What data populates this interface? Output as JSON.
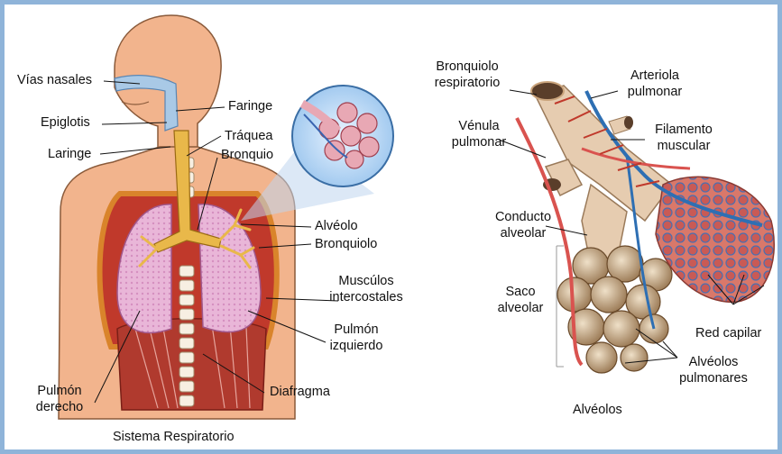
{
  "left_figure": {
    "caption": "Sistema Respiratorio",
    "labels": {
      "vias_nasales": "Vías nasales",
      "epiglotis": "Epiglotis",
      "laringe": "Laringe",
      "faringe": "Faringe",
      "traquea": "Tráquea",
      "bronquio": "Bronquio",
      "alveolo": "Alvéolo",
      "bronquiolo": "Bronquiolo",
      "musculos_l1": "Muscúlos",
      "musculos_l2": "intercostales",
      "pulmon_izq_l1": "Pulmón",
      "pulmon_izq_l2": "izquierdo",
      "diafragma": "Diafragma",
      "pulmon_der_l1": "Pulmón",
      "pulmon_der_l2": "derecho"
    }
  },
  "right_figure": {
    "caption": "Alvéolos",
    "labels": {
      "bronq_resp_l1": "Bronquiolo",
      "bronq_resp_l2": "respiratorio",
      "arteriola_l1": "Arteriola",
      "arteriola_l2": "pulmonar",
      "venula_l1": "Vénula",
      "venula_l2": "pulmonar",
      "filamento_l1": "Filamento",
      "filamento_l2": "muscular",
      "conducto_l1": "Conducto",
      "conducto_l2": "alveolar",
      "saco_l1": "Saco",
      "saco_l2": "alveolar",
      "red_capilar": "Red capilar",
      "alveolos_pulm_l1": "Alvéolos",
      "alveolos_pulm_l2": "pulmonares"
    }
  },
  "colors": {
    "border": "#8fb4d9",
    "skin": "#f2b48d",
    "lung": "#e9b6d8",
    "airway": "#a9c9e6",
    "trachea": "#e9b84a",
    "rib": "#d9842b",
    "muscle": "#c0392b",
    "artery": "#2e6fb3",
    "vein": "#d9534f",
    "alveoli": "#c8a37b"
  }
}
